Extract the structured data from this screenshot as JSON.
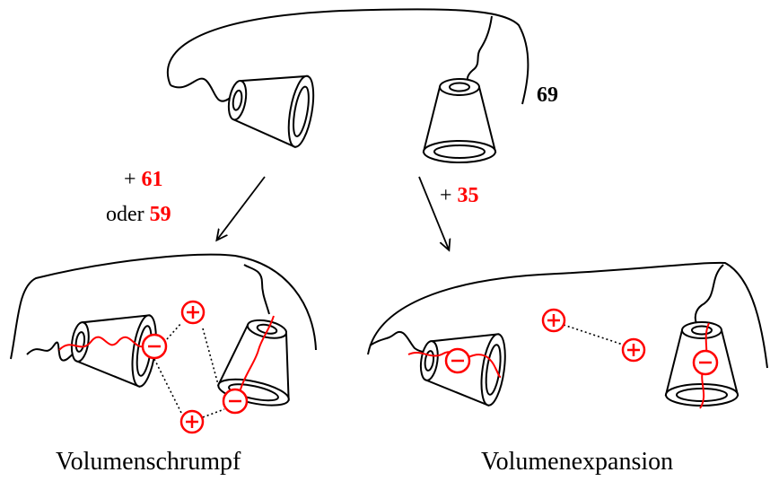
{
  "top": {
    "compound_label": "69"
  },
  "arrows": {
    "left": {
      "plus": "+",
      "reagent_a": "61",
      "or": "oder",
      "reagent_b": "59"
    },
    "right": {
      "plus": "+",
      "reagent": "35"
    }
  },
  "captions": {
    "left": "Volumenschrumpf",
    "right": "Volumenexpansion"
  },
  "colors": {
    "accent": "#ff0000",
    "line": "#000000"
  },
  "symbols": {
    "plus": "+",
    "minus": "−"
  }
}
